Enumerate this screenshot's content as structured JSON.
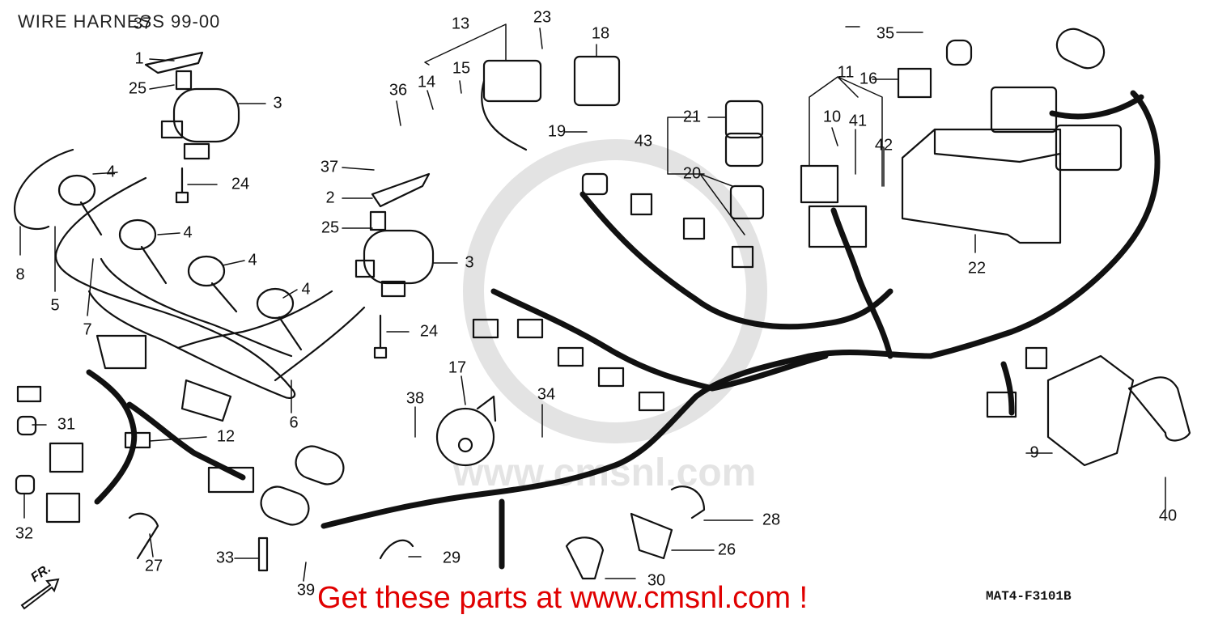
{
  "title": "WIRE HARNESS 99-00",
  "footer_text": "Get these parts at www.cmsnl.com !",
  "diagram_code": "MAT4-F3101B",
  "direction_label": "FR.",
  "watermark_text": "www.cmsnl.com",
  "colors": {
    "footer": "#e00000",
    "line": "#111111",
    "watermark": "#e6e6e6"
  },
  "callouts": [
    "1",
    "2",
    "3",
    "3",
    "4",
    "4",
    "4",
    "4",
    "5",
    "6",
    "7",
    "8",
    "9",
    "10",
    "11",
    "12",
    "13",
    "14",
    "15",
    "16",
    "17",
    "18",
    "19",
    "20",
    "21",
    "22",
    "23",
    "24",
    "24",
    "25",
    "25",
    "26",
    "27",
    "28",
    "29",
    "30",
    "31",
    "32",
    "33",
    "34",
    "35",
    "36",
    "37",
    "37",
    "38",
    "39",
    "40",
    "41",
    "42",
    "43"
  ]
}
